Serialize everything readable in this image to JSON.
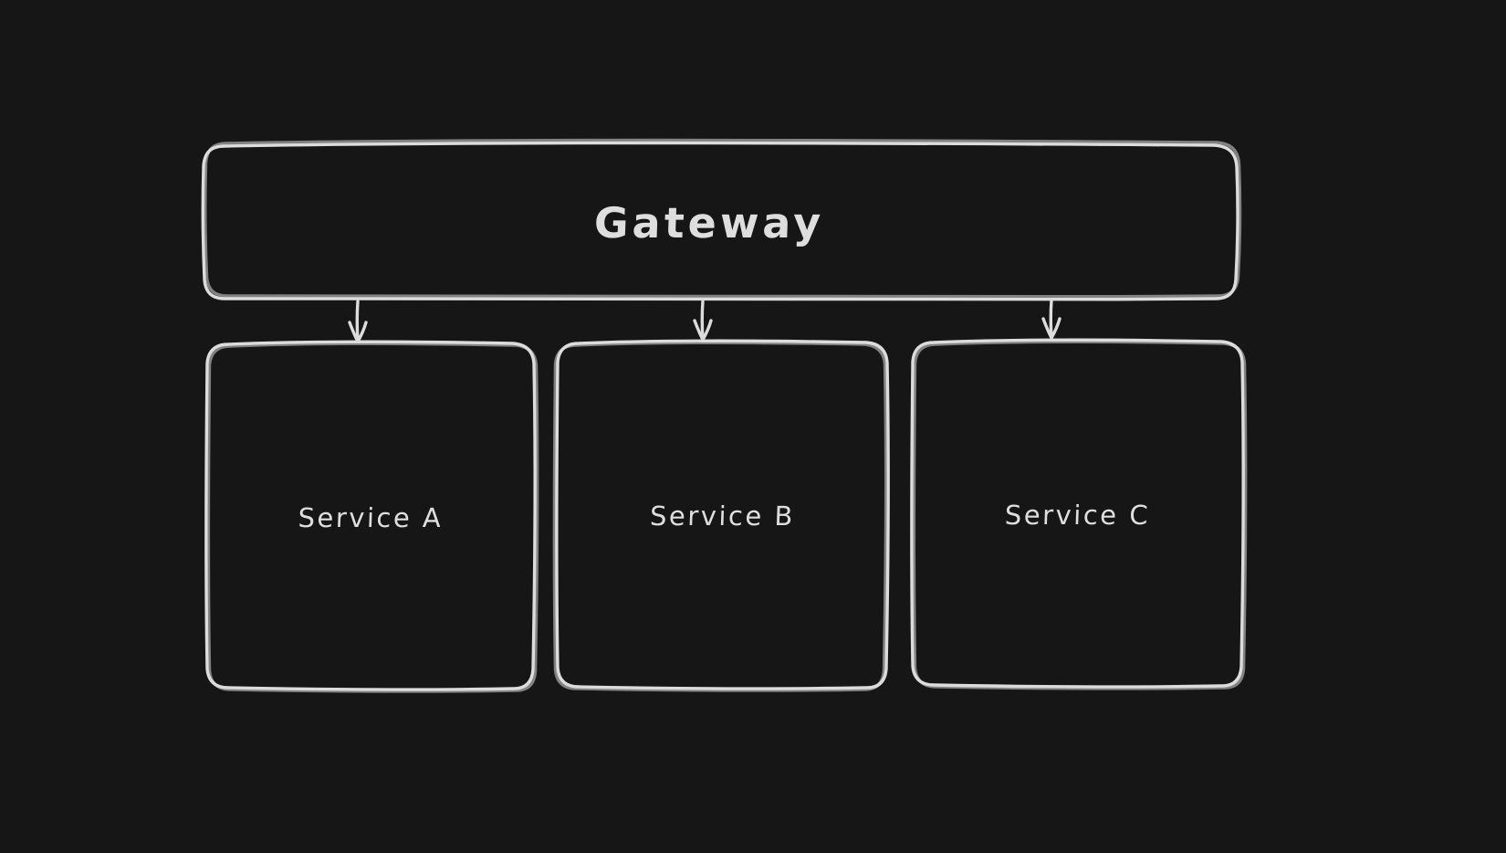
{
  "canvas": {
    "background_color": "#161616",
    "stroke_color": "#dcdcdc",
    "text_color": "#dedede",
    "style": "hand-drawn whiteboard sketch"
  },
  "diagram": {
    "type": "flowchart",
    "nodes": [
      {
        "id": "gateway",
        "label": "Gateway",
        "shape": "rounded-rectangle"
      },
      {
        "id": "service-a",
        "label": "Service A",
        "shape": "rounded-rectangle"
      },
      {
        "id": "service-b",
        "label": "Service B",
        "shape": "rounded-rectangle"
      },
      {
        "id": "service-c",
        "label": "Service C",
        "shape": "rounded-rectangle"
      }
    ],
    "edges": [
      {
        "from": "gateway",
        "to": "service-a",
        "type": "arrow",
        "direction": "down"
      },
      {
        "from": "gateway",
        "to": "service-b",
        "type": "arrow",
        "direction": "down"
      },
      {
        "from": "gateway",
        "to": "service-c",
        "type": "arrow",
        "direction": "down"
      }
    ]
  }
}
